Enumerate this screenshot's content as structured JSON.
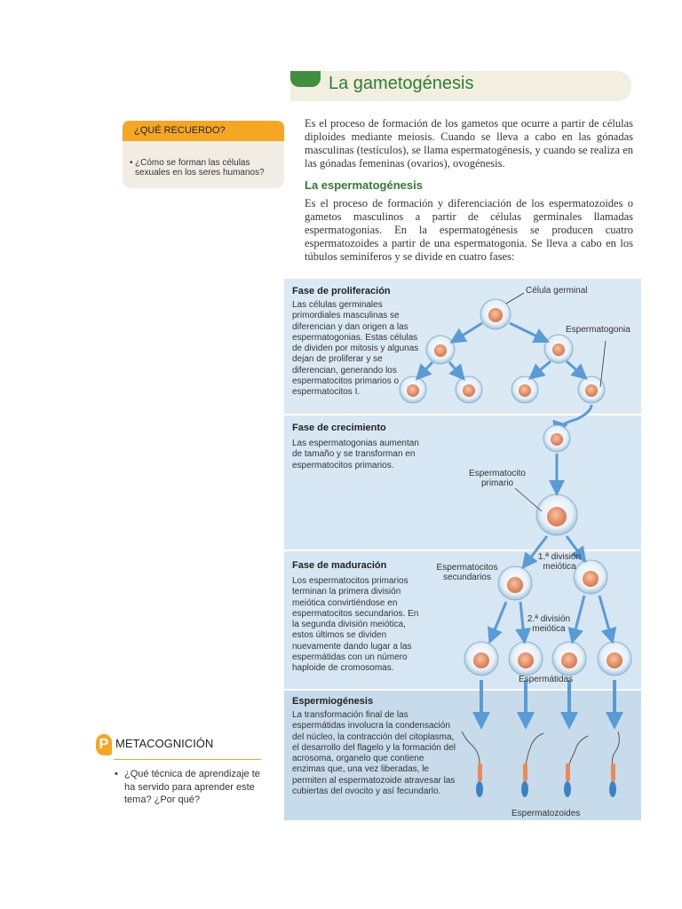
{
  "title": "La gametogénesis",
  "recuerdo": {
    "heading": "¿QUÉ RECUERDO?",
    "bullet": "•",
    "question": "¿Cómo se forman las células sexuales en los seres humanos?"
  },
  "intro": "Es el proceso de formación de los gametos que ocurre a partir de células diploides mediante meiosis. Cuando se lleva a cabo en las gónadas masculinas (testículos), se llama espermatogénesis, y cuando se realiza en las gónadas femeninas (ovarios), ovogénesis.",
  "section": {
    "title": "La espermatogénesis",
    "text": "Es el proceso de formación y diferenciación de los espermatozoides o gametos masculinos a partir de células germinales llamadas espermatogonias. En la espermatogénesis se producen cuatro espermatozoides a partir de una espermatogonia. Se lleva a cabo en los túbulos seminíferos y se divide en cuatro fases:"
  },
  "figure": {
    "phase1": {
      "title": "Fase de proliferación",
      "text": "Las células germinales primordiales masculinas se diferencian y dan origen a las espermatogonias. Estas células de dividen por mitosis y algunas dejan de proliferar y se diferencian, generando los espermatocitos primarios o espermatocitos I."
    },
    "phase2": {
      "title": "Fase de crecimiento",
      "text": "Las espermatogonias aumentan de tamaño y se transforman en espermatocitos primarios."
    },
    "phase3": {
      "title": "Fase de maduración",
      "text": "Los espermatocitos primarios terminan la primera división meiótica convirtiéndose en espermatocitos secundarios. En la segunda división meiótica, estos últimos se dividen nuevamente dando lugar a las espermátidas con un número haploide de cromosomas."
    },
    "phase4": {
      "title": "Espermiogénesis",
      "text": "La transformación final de las espermátidas involucra la condensación del núcleo, la contracción del citoplasma, el desarrollo del flagelo y la formación del acrosoma, organelo que contiene enzimas que, una vez liberadas, le permiten al espermatozoide atravesar las cubiertas del ovocito y así fecundarlo."
    },
    "labels": {
      "celula_germinal": "Célula germinal",
      "espermatogonia": "Espermatogonia",
      "espermatocito_primario": "Espermatocito primario",
      "espermatocitos_secundarios": "Espermatocitos secundarios",
      "division1": "1.ª división meiótica",
      "division2": "2.ª división meiótica",
      "espermatidas": "Espermátidas",
      "espermatozoides": "Espermatozoides"
    }
  },
  "metacognicion": {
    "icon": "P",
    "title": "METACOGNICIÓN",
    "bullet": "•",
    "question": "¿Qué técnica de aprendizaje te ha servido para aprender este tema? ¿Por qué?"
  },
  "colors": {
    "accent_green": "#2f7d32",
    "accent_orange": "#f5a623",
    "arrow_blue": "#5b9bd5",
    "cell_nucleus": "#e8875a"
  }
}
